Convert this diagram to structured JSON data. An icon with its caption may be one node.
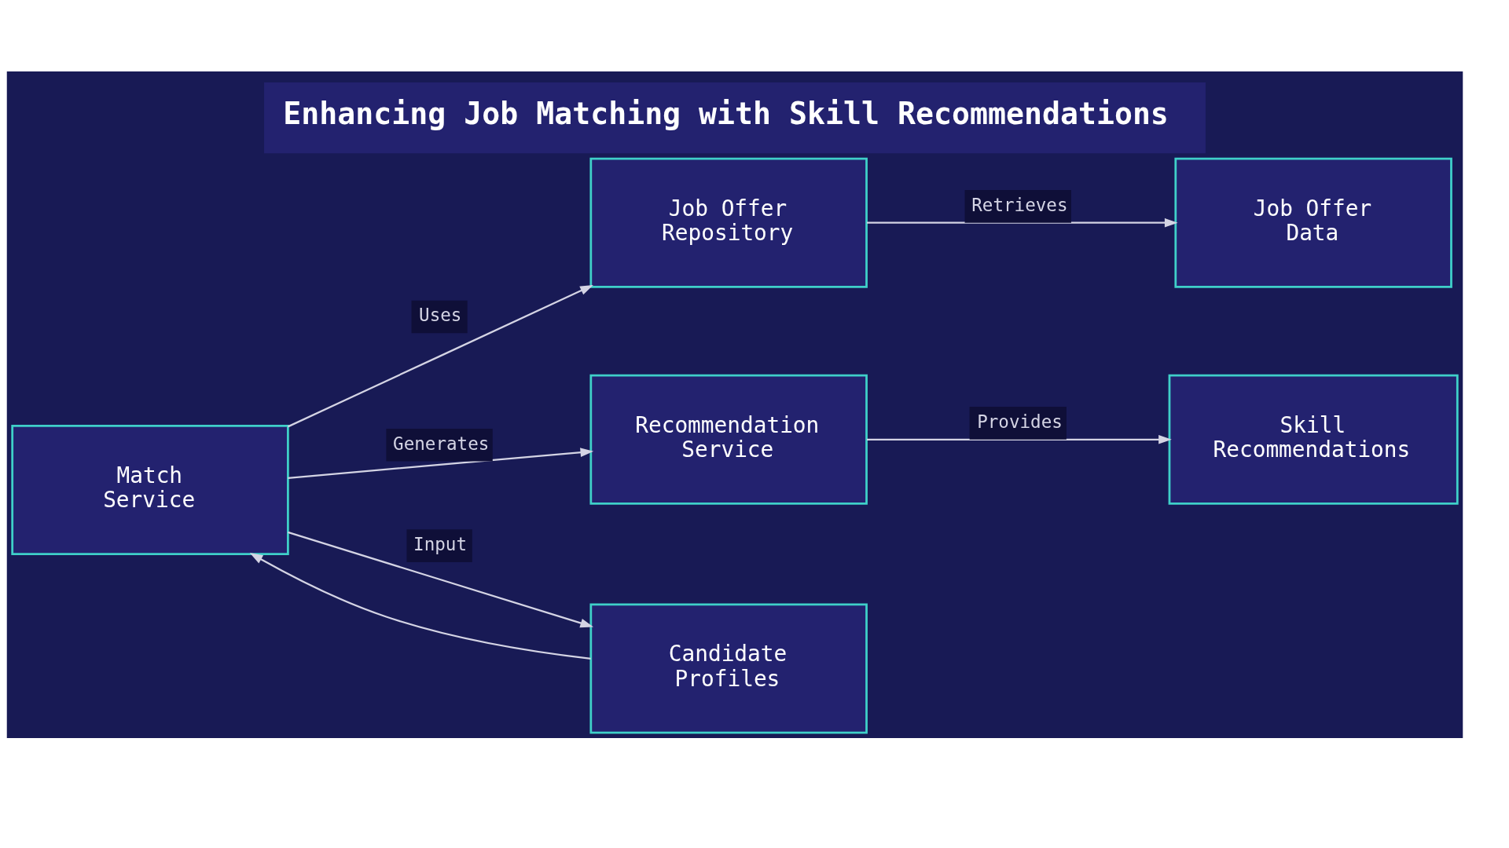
{
  "diagram": {
    "title": "Enhancing Job Matching with Skill Recommendations",
    "nodes": [
      {
        "text": [
          "Match Service"
        ]
      },
      {
        "text": [
          "Job Offer Repository"
        ]
      },
      {
        "text": [
          "Job Offer Data"
        ]
      },
      {
        "text": [
          "Recommendation Service"
        ]
      },
      {
        "text": [
          "Skill Recommendations"
        ]
      },
      {
        "text": [
          "Candidate Profiles"
        ]
      }
    ],
    "edges": [
      {
        "from": 0,
        "to": 1,
        "arrow": "to",
        "label": "Uses"
      },
      {
        "from": 1,
        "to": 2,
        "arrow": "to",
        "label": "Retrieves"
      },
      {
        "from": 0,
        "to": 3,
        "arrow": "to",
        "label": "Generates"
      },
      {
        "from": 3,
        "to": 4,
        "arrow": "to",
        "label": "Provides"
      },
      {
        "from": 0,
        "to": 5,
        "arrow": "to",
        "label": "Input"
      },
      {
        "from": 5,
        "to": 0,
        "arrow": "to"
      }
    ]
  }
}
